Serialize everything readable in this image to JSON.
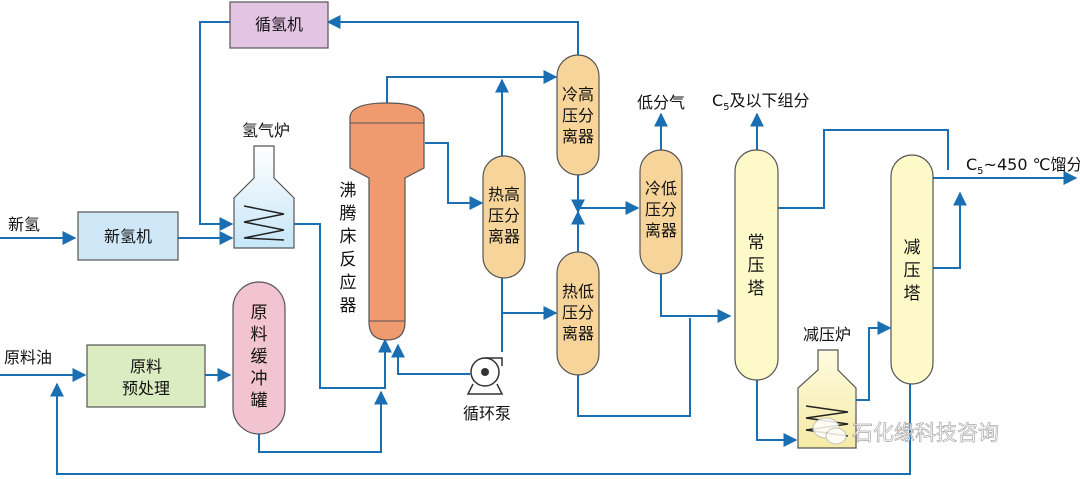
{
  "title": "",
  "equipment": {
    "recycle_compressor": "循氢机",
    "makeup_compressor": "新氢机",
    "hydrogen_furnace": "氢气炉",
    "reactor": [
      "沸",
      "腾",
      "床",
      "反",
      "应",
      "器"
    ],
    "hot_hp_sep": [
      "热高",
      "压分",
      "离器"
    ],
    "cold_hp_sep": [
      "冷高",
      "压分",
      "离器"
    ],
    "hot_lp_sep": [
      "热低",
      "压分",
      "离器"
    ],
    "cold_lp_sep": [
      "冷低",
      "压分",
      "离器"
    ],
    "atm_tower": [
      "常",
      "压",
      "塔"
    ],
    "vac_tower": [
      "减",
      "压",
      "塔"
    ],
    "vac_furnace": "减压炉",
    "feed_pretreat": [
      "原料",
      "预处理"
    ],
    "feed_drum": [
      "原",
      "料",
      "缓",
      "冲",
      "罐"
    ],
    "recycle_pump": "循环泵"
  },
  "streams": {
    "fresh_h2": "新氢",
    "feed_oil": "原料油",
    "low_gas": "低分气",
    "c5_prefix": "C",
    "c5_sub": "5",
    "c5_suffix": "及以下组分",
    "dist_prefix": "C",
    "dist_sub": "5",
    "dist_suffix": "~450 ℃馏分"
  },
  "watermark": "石化缘科技咨询",
  "colors": {
    "flow": "#1a6fb3",
    "compressor": "#e3c4e3",
    "makeup": "#cfe7f6",
    "reactor": "#ef9b6f",
    "separator": "#f6d49a",
    "tower": "#fdf9c8",
    "pretreat": "#dcecc2",
    "drum": "#f2c4d2"
  }
}
